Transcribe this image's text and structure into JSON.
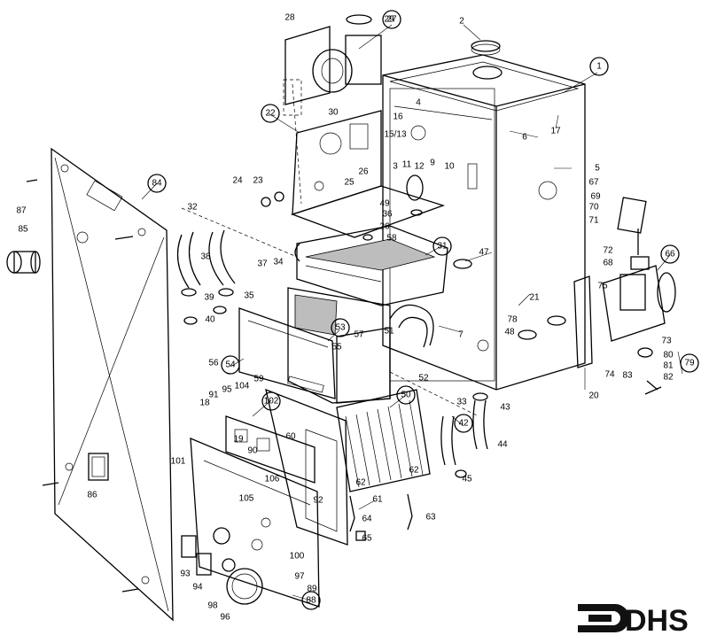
{
  "labels": {
    "l1": "1",
    "l2": "2",
    "l3": "3",
    "l4": "4",
    "l5": "5",
    "l6": "6",
    "l7": "7",
    "l9": "9",
    "l10": "10",
    "l11": "11",
    "l12": "12",
    "l13": "15/13",
    "l16": "16",
    "l17": "17",
    "l20": "20",
    "l21": "21",
    "l22": "22",
    "l23": "23",
    "l24": "24",
    "l25": "25",
    "l26": "26",
    "l26b": "26",
    "l27": "27",
    "l28": "28",
    "l29": "29",
    "l30": "30",
    "l31": "31",
    "l32": "32",
    "l33": "33",
    "l34": "34",
    "l35": "35",
    "l36": "36",
    "l37": "37",
    "l38": "38",
    "l39": "39",
    "l40": "40",
    "l42": "42",
    "l43": "43",
    "l44": "44",
    "l45": "45",
    "l47": "47",
    "l48": "48",
    "l49": "49",
    "l50": "50",
    "l51": "51",
    "l52": "52",
    "l53": "53",
    "l54": "54",
    "l55": "55",
    "l56": "56",
    "l57": "57",
    "l58": "58",
    "l59": "59",
    "l60": "60",
    "l61": "61",
    "l62": "62",
    "l62b": "62",
    "l63": "63",
    "l64": "64",
    "l65": "65",
    "l66": "66",
    "l67": "67",
    "l68": "68",
    "l69": "69",
    "l70": "70",
    "l71": "71",
    "l72": "72",
    "l73": "73",
    "l74": "74",
    "l75": "75",
    "l78": "78",
    "l79": "79",
    "l80": "80",
    "l81": "81",
    "l82": "82",
    "l83": "83",
    "l84": "84",
    "l85": "85",
    "l86": "86",
    "l87": "87",
    "l88": "88",
    "l89": "89",
    "l90": "90",
    "l91": "91",
    "l92": "92",
    "l93": "93",
    "l94": "94",
    "l95": "95",
    "l96": "96",
    "l97": "97",
    "l98": "98",
    "l100": "100",
    "l101": "101",
    "l102": "102",
    "l104": "104",
    "l105": "105",
    "l106": "106",
    "l18": "18",
    "l19": "19"
  },
  "logo": {
    "text": "DHS"
  }
}
